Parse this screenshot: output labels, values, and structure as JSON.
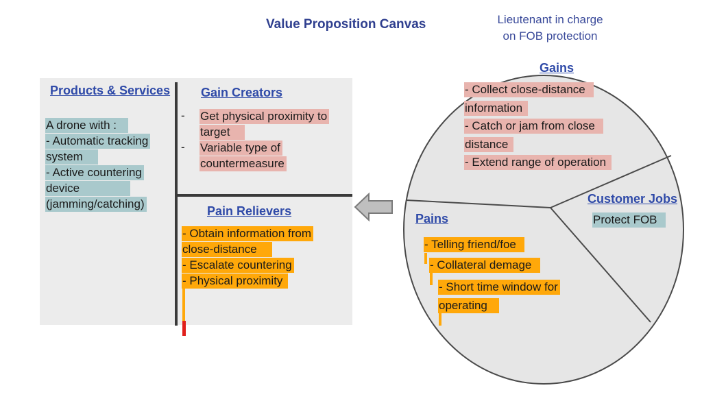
{
  "title": "Value Proposition Canvas",
  "customer_segment": [
    "Lieutenant in charge",
    "on FOB protection"
  ],
  "products_services": {
    "heading": "Products & Services",
    "lines": [
      "A drone with :",
      "- Automatic tracking",
      "system",
      "- Active countering",
      "device",
      "(jamming/catching)"
    ]
  },
  "gain_creators": {
    "heading": "Gain Creators",
    "bullets": [
      {
        "lines": [
          "Get physical proximity to",
          "target"
        ]
      },
      {
        "lines": [
          "Variable type of",
          "countermeasure"
        ]
      }
    ]
  },
  "pain_relievers": {
    "heading": "Pain Relievers",
    "lines": [
      "- Obtain information from",
      "close-distance",
      "- Escalate countering",
      "- Physical proximity"
    ]
  },
  "gains": {
    "heading": "Gains",
    "lines": [
      "- Collect close-distance",
      "information",
      "- Catch or jam from close",
      "distance",
      "- Extend range of operation"
    ]
  },
  "customer_jobs": {
    "heading": "Customer Jobs",
    "lines": [
      "Protect FOB"
    ]
  },
  "pains": {
    "heading": "Pains",
    "lines": [
      "- Telling friend/foe",
      "- Collateral demage",
      "- Short time window for",
      "operating"
    ]
  },
  "colors": {
    "heading": "#2f4aa8",
    "title": "#2f3f8f",
    "teal_highlight": "#a9c9cc",
    "pink_highlight": "#e8b4ae",
    "orange_highlight": "#ffa80a",
    "panel_background": "#ececec",
    "circle_fill": "#e6e6e6",
    "divider": "#3a3a3a",
    "arrow_fill": "#bfbfbf",
    "accent_red": "#e0201c"
  },
  "icons": {
    "arrow": "left-arrow-icon"
  }
}
